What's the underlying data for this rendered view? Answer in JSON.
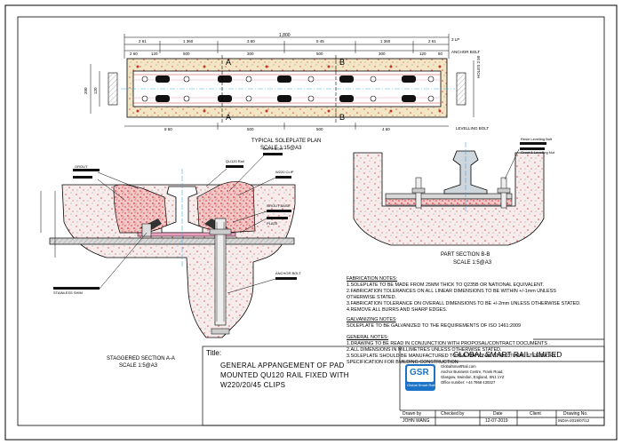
{
  "plan": {
    "caption": "TYPICAL SOLEPLATE PLAN",
    "scale": "SCALE 1:15@A3",
    "overall_dim": "1,800",
    "top_dims": [
      "2 61",
      "1 360",
      "3 60",
      "5 45",
      "1 360",
      "2 61"
    ],
    "sub_dims": [
      "2 60",
      "120",
      "500",
      "300",
      "500",
      "300",
      "120",
      "60"
    ],
    "left_dims": [
      "200",
      "120"
    ],
    "right_label_top": "ANCHOR BOLT",
    "right_label_bottom": "LEVELLING BOLT",
    "right_side_label": "HOLES 2 50",
    "bottom_dims": [
      "8 60",
      "500",
      "500",
      "4 60"
    ],
    "dim_3lp": "3 LP",
    "section_a": "A",
    "section_b": "B"
  },
  "section_aa": {
    "caption": "STAGGERED SECTION A-A",
    "scale": "SCALE 1:5@A3",
    "labels": [
      "QU120 Rail",
      "GROUT",
      "W220 CLIP",
      "GROUT BASE",
      "PLATE",
      "STAINLESS SHIM",
      "ANCHOR BOLT",
      "M20 X BOLT"
    ]
  },
  "section_bb": {
    "caption": "PART SECTION B-B",
    "scale": "SCALE 1:5@A3",
    "labels": [
      "Resin Levelling Bolt",
      "Grout & Levelling Nut"
    ]
  },
  "notes": {
    "fab_title": "FABRICATION NOTES:",
    "fab_lines": [
      "1.SOLEPLATE TO BE MADE FROM 25MM THICK TO Q235B OR NATIONAL EQUIVALENT.",
      "2.FABRICATION TOLERANCES ON ALL LINEAR DIMENSIONS TO BE WITHIN +/-1mm UNLESS",
      "OTHERWISE STATED.",
      "3.FABRICATION TOLERANCE ON OVERALL DIMENSIONS TO BE +/-2mm UNLESS OTHERWISE STATED.",
      "4.REMOVE ALL BURRS AND SHARP EDGES."
    ],
    "galv_title": "GALVANIZING NOTES",
    "galv_lines": [
      "SOLEPLATE TO BE GALVANIZED TO THE REQUIREMENTS OF ISO 1461:2009"
    ],
    "gen_title": "GENERAL NOTES:",
    "gen_lines": [
      "1.DRAWING TO BE READ IN CONJUNCTION WITH PROPOSAL/CONTRACT DOCUMENTS .",
      "2.ALL DIMENSIONS IN MILLIMETRES UNLESS OTHERWISE STATED.",
      "3.SOLEPLATE SHOULD BE MANUFACTURED TO THE NATIONAL STRUCTURAL STEELWORK",
      "SPECIFICATION FOR BUILDING CONSTRUCTION"
    ]
  },
  "title_block": {
    "title_label": "Title:",
    "title_text": [
      "GENERAL APPANGEMENT OF PAD",
      "MOUNTED QU120 RAIL FIXED WITH",
      "W220/20/45 CLIPS"
    ],
    "company": "GLOBAL SMART RAIL LIMITED",
    "logo_main": "GSR",
    "logo_sub": "Global Smart Rail",
    "address": [
      "GlobalSmartRail.com",
      "Anchor Business Centre, Frank Road,",
      "Glasgow, Swindon, England, SN1 1YZ",
      "Office number: +44 7868 430327"
    ],
    "headers": [
      "Drawn by",
      "Checked by",
      "Date",
      "Client",
      "Drawing No."
    ],
    "values": [
      "JOHN WANG",
      "",
      "12-07-2019",
      "",
      "INDIA-2019/07/12"
    ]
  },
  "colors": {
    "line": "#000000",
    "rail_pad": "#e8a0bd",
    "concrete_red": "#d94a4a",
    "grout_fill": "#f4d6df",
    "plate_line": "#c0392b",
    "centerline": "#3fa9e6",
    "logo_blue": "#1a73c7",
    "hatch_tan": "#e7d3a6"
  }
}
